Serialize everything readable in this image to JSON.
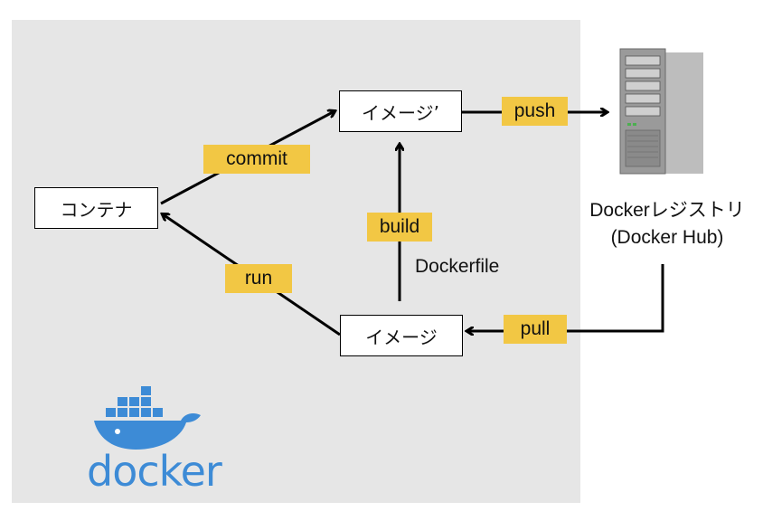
{
  "nodes": {
    "container": "コンテナ",
    "image_prime": "イメージ’",
    "image": "イメージ"
  },
  "edges": {
    "commit": "commit",
    "run": "run",
    "build": "build",
    "push": "push",
    "pull": "pull"
  },
  "dockerfile_label": "Dockerfile",
  "registry": {
    "line1": "Dockerレジストリ",
    "line2": "(Docker Hub)"
  },
  "logo": {
    "word": "docker",
    "color": "#3d8bd6"
  },
  "colors": {
    "panel": "#e6e6e6",
    "tag": "#f2c744"
  }
}
